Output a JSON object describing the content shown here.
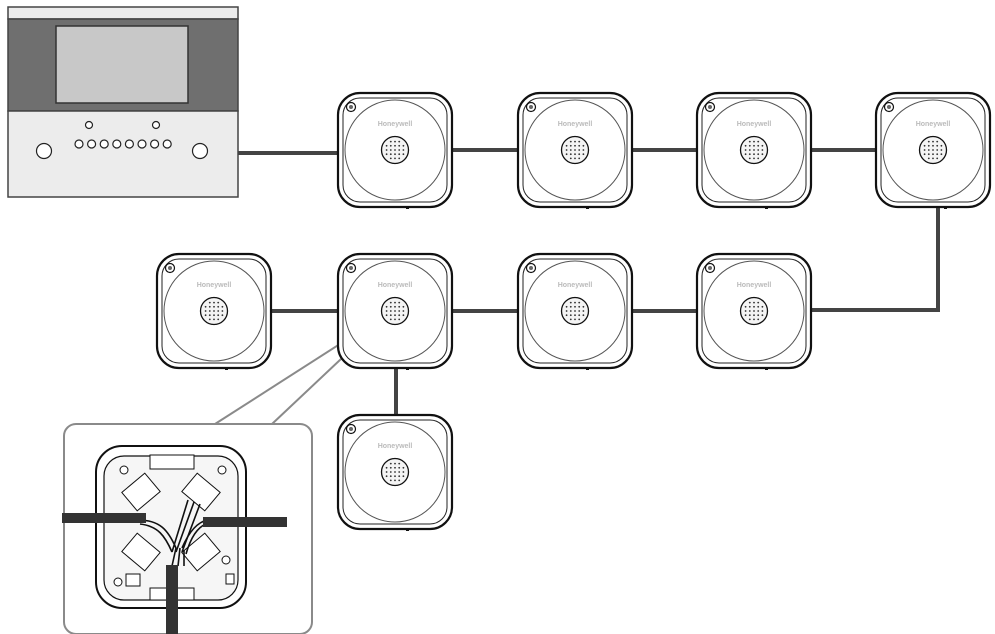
{
  "brand_label": "Honeywell",
  "colors": {
    "wire": "#444444",
    "panel_band": "#6f6f6f",
    "panel_screen": "#c8c8c8",
    "zoom_frame": "#8a8a8a",
    "brand_text": "#bbbbbb"
  },
  "control_panel": {
    "icon": "fire-alarm-control-panel",
    "button_count": 8,
    "indicator_count": 2,
    "knob_count": 2
  },
  "loop_devices": [
    {
      "id": "detector-1",
      "row": 1,
      "icon": "smoke-detector-icon"
    },
    {
      "id": "detector-2",
      "row": 1,
      "icon": "smoke-detector-icon"
    },
    {
      "id": "detector-3",
      "row": 1,
      "icon": "smoke-detector-icon"
    },
    {
      "id": "detector-4",
      "row": 1,
      "icon": "smoke-detector-icon"
    },
    {
      "id": "detector-5",
      "row": 2,
      "icon": "smoke-detector-icon"
    },
    {
      "id": "detector-6",
      "row": 2,
      "icon": "smoke-detector-icon"
    },
    {
      "id": "detector-7",
      "row": 2,
      "icon": "smoke-detector-icon"
    },
    {
      "id": "detector-8",
      "row": 2,
      "icon": "smoke-detector-icon"
    },
    {
      "id": "detector-9",
      "row": 3,
      "icon": "smoke-detector-icon"
    }
  ],
  "detail_view": {
    "icon": "detector-base-wiring-icon",
    "cable_count": 3
  }
}
